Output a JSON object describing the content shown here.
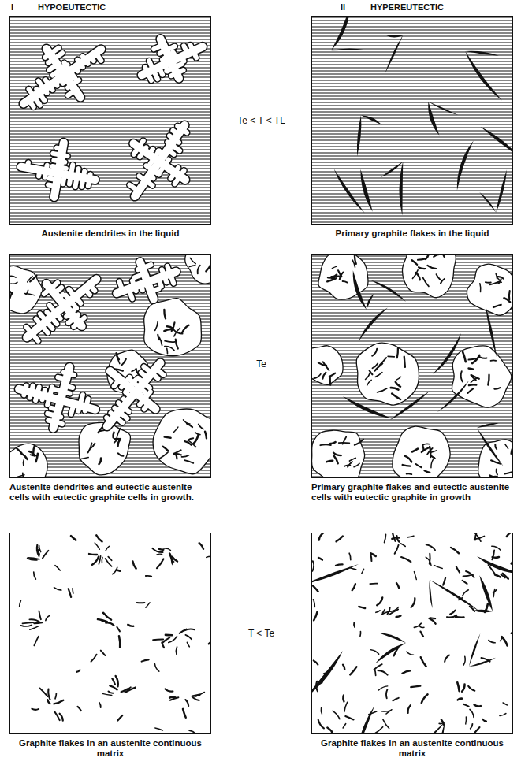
{
  "diagram": {
    "nodes": [
      {
        "text": [
          "Austenite dendrites in the liquid"
        ]
      },
      {
        "text": [
          "Primary graphite flakes in the liquid"
        ]
      },
      {
        "text": [
          "Austenite dendrites and eutectic austenite cells with eutectic graphite cells in growth."
        ]
      },
      {
        "text": [
          "Primary graphite flakes and eutectic austenite cells with eutectic graphite in growth"
        ]
      },
      {
        "text": [
          "Graphite flakes in an austenite continuous matrix"
        ]
      },
      {
        "text": [
          "Graphite flakes in an austenite continuous matrix"
        ]
      }
    ],
    "edges": [],
    "labels": [
      "I",
      "HYPOEUTECTIC",
      "II",
      "HYPEREUTECTIC",
      "Te < T < TL",
      "Te",
      "T < Te"
    ]
  }
}
